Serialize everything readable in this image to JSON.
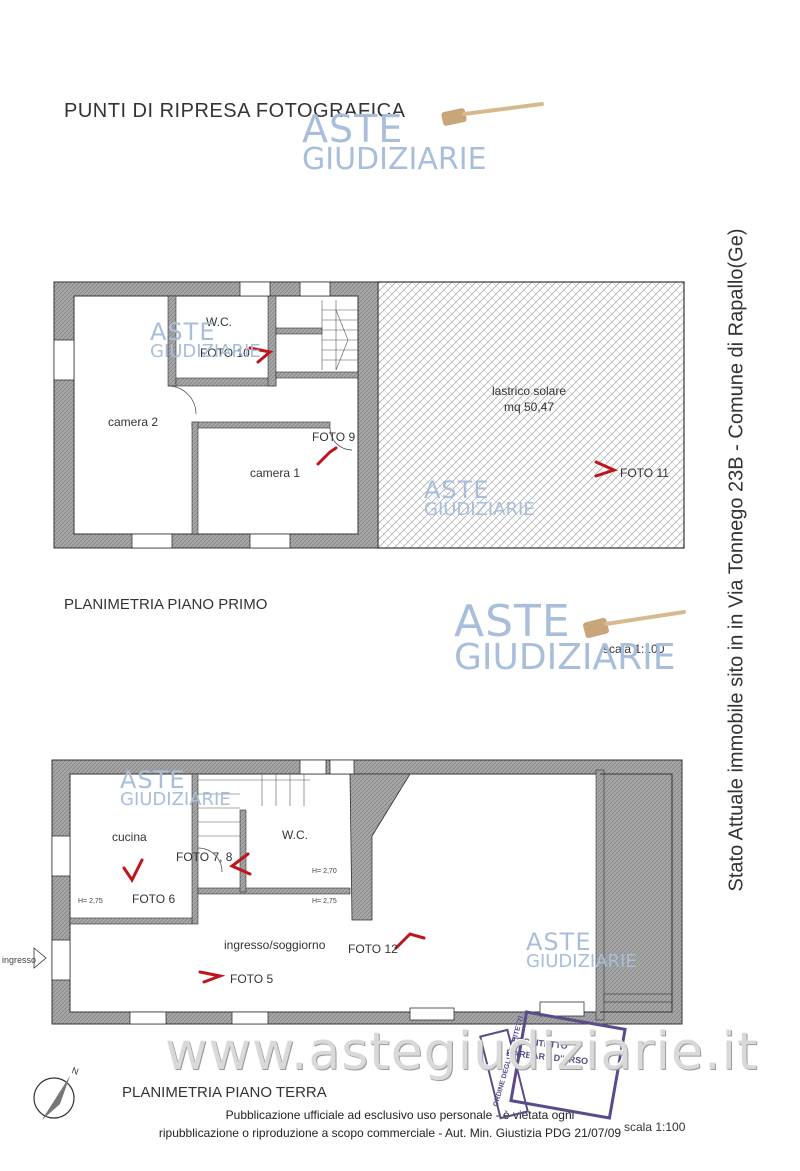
{
  "title": "PUNTI DI RIPRESA FOTOGRAFICA",
  "vertical_caption": "Stato Attuale immobile sito in in Via Tonnego 23B - Comune di Rapallo(Ge)",
  "watermark": {
    "word1": "ASTE",
    "word2": "GIUDIZIARIE"
  },
  "site_watermark": "www.astegiudiziarie.it",
  "first_floor": {
    "label": "PLANIMETRIA PIANO PRIMO",
    "scale": "scala 1:100",
    "rooms": {
      "wc": "W.C.",
      "camera2": "camera 2",
      "camera1": "camera 1",
      "lastrico_1": "lastrico solare",
      "lastrico_2": "mq 50,47"
    },
    "photos": {
      "foto10": "FOTO 10",
      "foto9": "FOTO 9",
      "foto11": "FOTO 11"
    }
  },
  "ground_floor": {
    "label": "PLANIMETRIA PIANO TERRA",
    "scale": "scala 1:100",
    "rooms": {
      "cucina": "cucina",
      "wc": "W.C.",
      "soggiorno": "ingresso/soggiorno",
      "ingresso": "ingresso"
    },
    "heights": {
      "h1": "H= 2,75",
      "h2": "H= 2,70",
      "h3": "H= 2,75"
    },
    "photos": {
      "foto78": "FOTO 7, 8",
      "foto6": "FOTO 6",
      "foto5": "FOTO 5",
      "foto12": "FOTO 12"
    }
  },
  "north": "N",
  "footer": {
    "line1": "Pubblicazione ufficiale ad esclusivo uso personale - è vietata ogni",
    "line2": "ripubblicazione o riproduzione a scopo commerciale - Aut. Min. Giustizia PDG 21/07/09"
  },
  "stamp": {
    "line1": "ARCHITETTO",
    "line2": "BARBARA D'URSO",
    "line3": "ORDINE DEGLI ARCHITETTI"
  },
  "colors": {
    "wall_fill": "#9e9e9e",
    "watermark": "#a9bedb",
    "marker": "#c0141c"
  }
}
